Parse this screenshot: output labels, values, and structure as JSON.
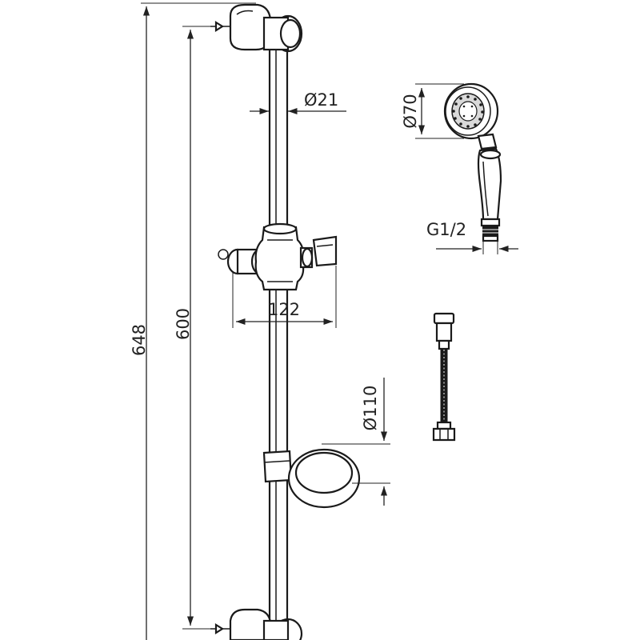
{
  "drawing": {
    "dimensions": {
      "total_height": "648",
      "bar_height": "600",
      "rail_diameter": "Ø21",
      "slider_width": "122",
      "handshower_diameter": "Ø70",
      "thread": "G1/2",
      "holder_diameter": "Ø110"
    }
  }
}
